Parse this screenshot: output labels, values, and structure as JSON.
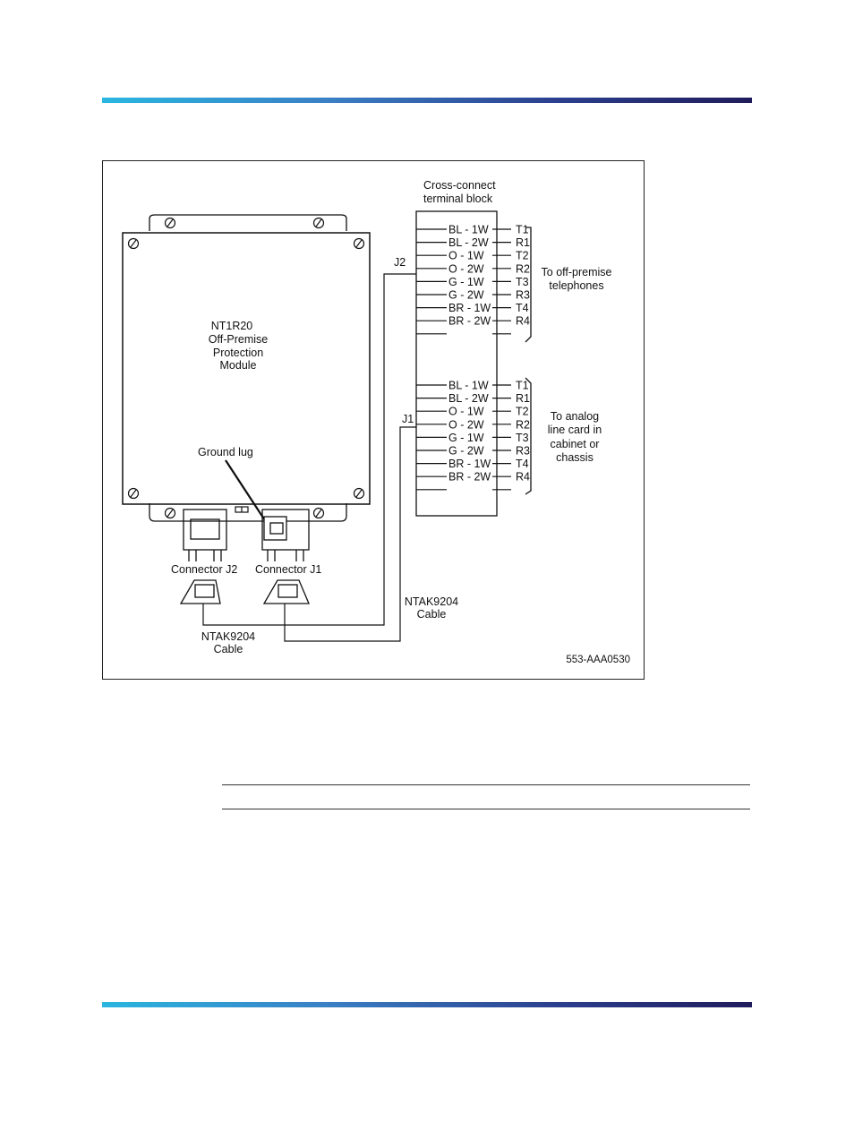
{
  "colors": {
    "band_start": "#2ab6e0",
    "band_mid": "#3a7fc4",
    "band_end": "#201c5c",
    "line_art": "#111111"
  },
  "figure": {
    "block_title_line1": "Cross-connect",
    "block_title_line2": "terminal block",
    "module_label": [
      "NT1R20",
      "Off-Premise",
      "Protection",
      "Module"
    ],
    "ground_lug": "Ground lug",
    "connector_j2": "Connector J2",
    "connector_j1": "Connector J1",
    "j2_label": "J2",
    "j1_label": "J1",
    "cable_left_line1": "NTAK9204",
    "cable_left_line2": "Cable",
    "cable_right_line1": "NTAK9204",
    "cable_right_line2": "Cable",
    "upper_group": {
      "rows": [
        {
          "pair": "BL - 1W",
          "tr": "T1"
        },
        {
          "pair": "BL - 2W",
          "tr": "R1"
        },
        {
          "pair": "O - 1W",
          "tr": "T2"
        },
        {
          "pair": "O - 2W",
          "tr": "R2"
        },
        {
          "pair": "G - 1W",
          "tr": "T3"
        },
        {
          "pair": "G - 2W",
          "tr": "R3"
        },
        {
          "pair": "BR - 1W",
          "tr": "T4"
        },
        {
          "pair": "BR - 2W",
          "tr": "R4"
        }
      ],
      "destination": [
        "To off-premise",
        "telephones"
      ]
    },
    "lower_group": {
      "rows": [
        {
          "pair": "BL - 1W",
          "tr": "T1"
        },
        {
          "pair": "BL - 2W",
          "tr": "R1"
        },
        {
          "pair": "O - 1W",
          "tr": "T2"
        },
        {
          "pair": "O - 2W",
          "tr": "R2"
        },
        {
          "pair": "G - 1W",
          "tr": "T3"
        },
        {
          "pair": "G - 2W",
          "tr": "R3"
        },
        {
          "pair": "BR - 1W",
          "tr": "T4"
        },
        {
          "pair": "BR - 2W",
          "tr": "R4"
        }
      ],
      "destination": [
        "To analog",
        "line card in",
        "cabinet or",
        "chassis"
      ]
    },
    "figure_id": "553-AAA0530"
  }
}
